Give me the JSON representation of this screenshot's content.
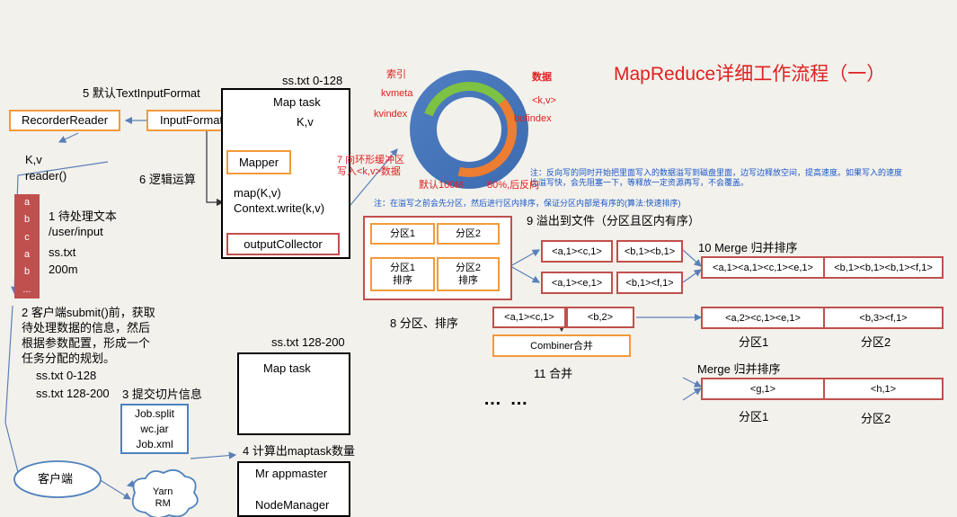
{
  "title": "MapReduce详细工作流程（一）",
  "step5_label": "5 默认TextInputFormat",
  "recorder_reader": "RecorderReader",
  "input_format": "InputFormat",
  "kv_label": "K,v",
  "reader_call": "reader()",
  "maptask_range_top": "ss.txt 0-128",
  "map_task": "Map task",
  "kv_inner": "K,v",
  "mapper": "Mapper",
  "step6_label": "6 逻辑运算",
  "map_kv": "map(K,v)",
  "context_write": "Context.write(k,v)",
  "output_collector": "outputCollector",
  "step7_label": "7 向环形缓冲区\n写入<k,v>数据",
  "ring_index": "索引",
  "ring_kvmeta": "kvmeta",
  "ring_kvindex": "kvindex",
  "ring_data": "数据",
  "ring_kv": "<k,v>",
  "ring_bufindex": "bufindex",
  "ring_default": "默认100M",
  "ring_reverse": "80%,后反向",
  "note_reverse": "注：反向写的同时开始把里面写入的数据溢写到磁盘里面，边写边释放空间，提高速度。如果写入的速度\n比溢写快，会先阻塞一下，等释放一定资源再写，不会覆盖。",
  "note_partition": "注：在溢写之前会先分区，然后进行区内排序，保证分区内部是有序的(算法:快速排序)",
  "file_cells": [
    "a",
    "b",
    "c",
    "a",
    "b",
    "..."
  ],
  "step1_label": "1 待处理文本\n/user/input",
  "file_name": "ss.txt",
  "file_size": "200m",
  "step2_label": "2 客户端submit()前，获取\n待处理数据的信息，然后\n根据参数配置，形成一个\n任务分配的规划。",
  "split_1": "ss.txt  0-128",
  "split_2": "ss.txt  128-200",
  "step3_label": "3 提交切片信息",
  "job_files": "Job.split\nwc.jar\nJob.xml",
  "client": "客户端",
  "yarn": "Yarn\nRM",
  "step4_label": "4 计算出maptask数量",
  "mr_appmaster": "Mr appmaster",
  "node_manager": "NodeManager",
  "maptask_range_bottom": "ss.txt 128-200",
  "map_task_2": "Map task",
  "partition1": "分区1",
  "partition2": "分区2",
  "partition1_sorted": "分区1\n排序",
  "partition2_sorted": "分区2\n排序",
  "step8_label": "8 分区、排序",
  "step9_label": "9 溢出到文件（分区且区内有序）",
  "spill_rows": [
    [
      "<a,1><c,1>",
      "<b,1><b,1>"
    ],
    [
      "<a,1><e,1>",
      "<b,1><f,1>"
    ]
  ],
  "step10_label": "10 Merge 归并排序",
  "merge_row": [
    "<a,1><a,1><c,1><e,1>",
    "<b,1><b,1><b,1><f,1>"
  ],
  "combiner_row": [
    "<a,1><c,1>",
    "<b,2>"
  ],
  "combiner": "Combiner合并",
  "step11_label": "11 合并",
  "combined_row": [
    "<a,2><c,1><e,1>",
    "<b,3><f,1>"
  ],
  "part_label_1": "分区1",
  "part_label_2": "分区2",
  "ellipsis": "… …",
  "merge2_label": "Merge 归并排序",
  "merge2_row": [
    "<g,1>",
    "<h,1>"
  ],
  "part_label_3": "分区1",
  "part_label_4": "分区2",
  "colors": {
    "red_border": "#c0504d",
    "orange_border": "#f39a3a",
    "blue_border": "#4f81bd",
    "title": "#e02020",
    "note": "#1a56c7",
    "file_bar": "#c0504d"
  }
}
